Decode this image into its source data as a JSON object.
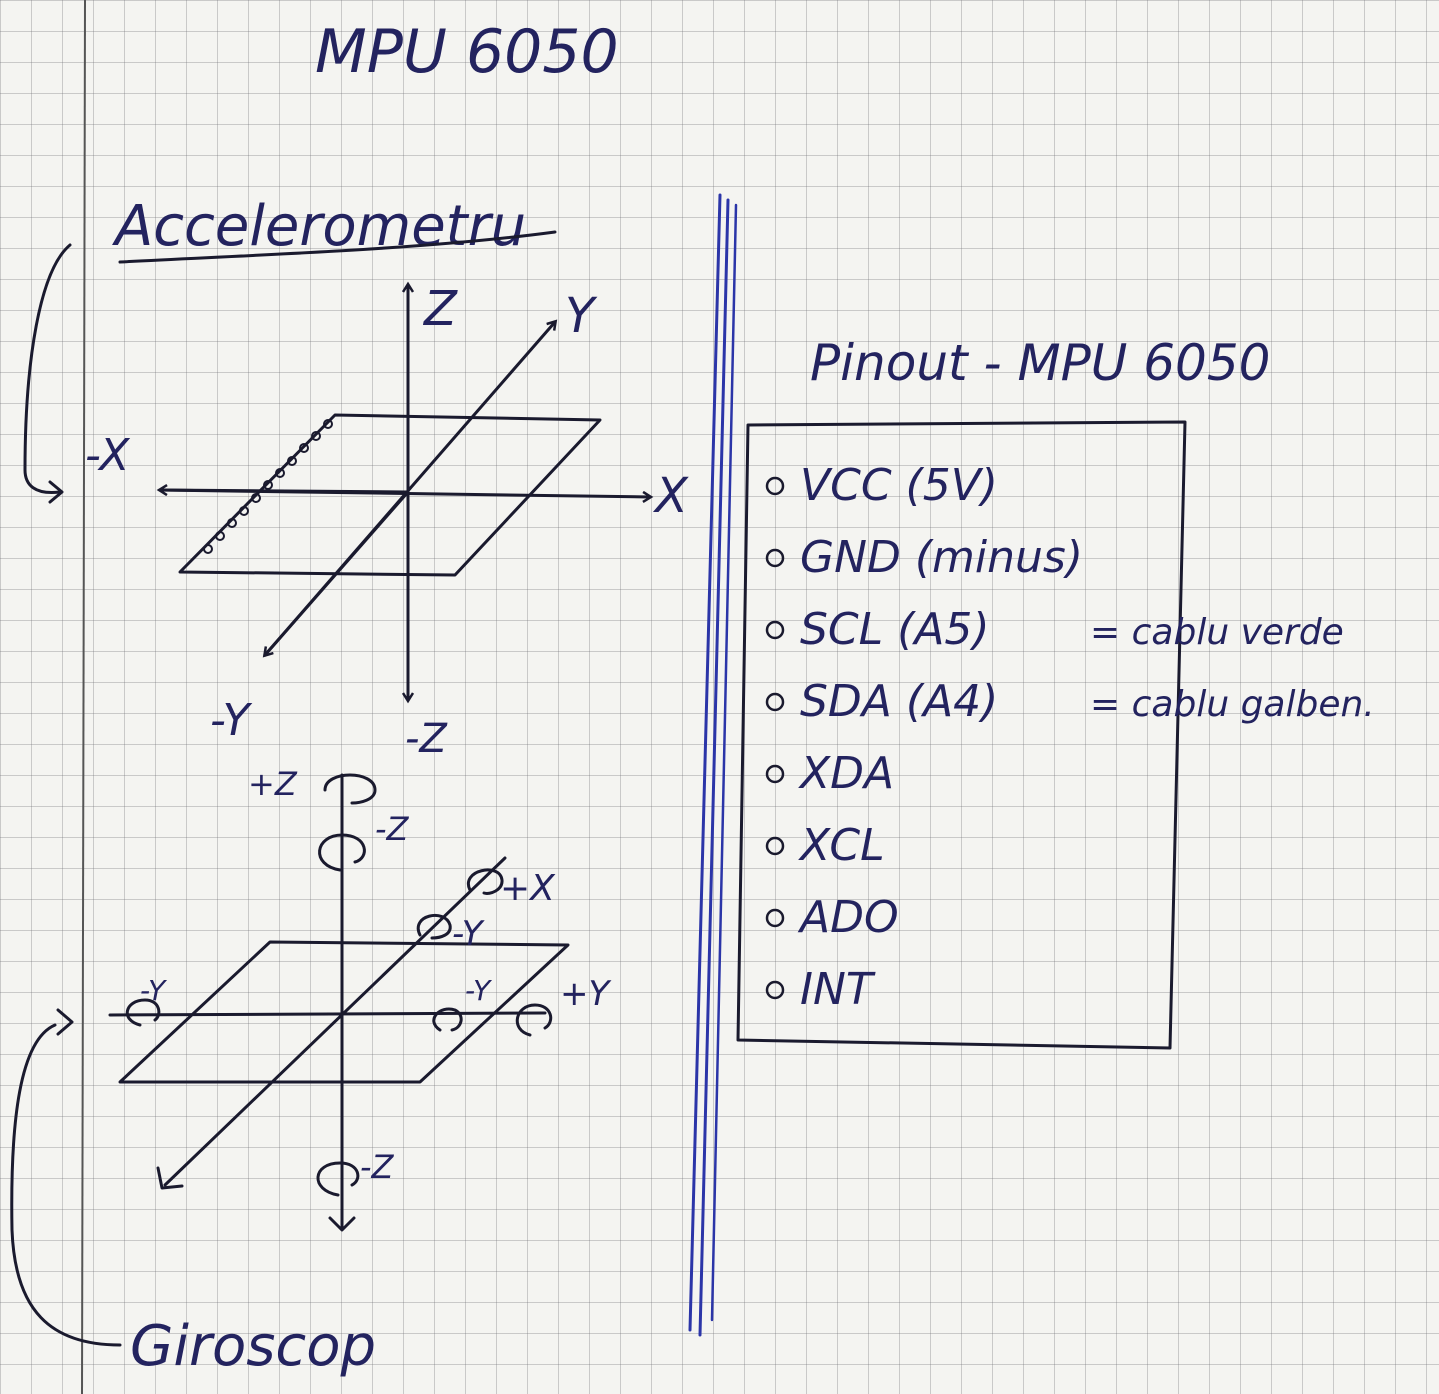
{
  "title": "MPU 6050",
  "accelerometer": {
    "label": "Accelerometru",
    "axes": {
      "z": "Z",
      "y": "Y",
      "x": "X",
      "neg_x": "-X",
      "neg_y": "-Y",
      "neg_z": "-Z"
    }
  },
  "gyroscope": {
    "label": "Giroscop",
    "rotations": {
      "plus_z": "+Z",
      "minus_z_top": "-Z",
      "plus_x": "+X",
      "minus_y_top": "-Y",
      "minus_y_left": "-Y",
      "minus_y_right": "-Y",
      "plus_y": "+Y",
      "minus_z_bottom": "-Z"
    }
  },
  "pinout": {
    "title": "Pinout - MPU 6050",
    "pins": [
      {
        "label": "VCC (5V)",
        "note": ""
      },
      {
        "label": "GND (minus)",
        "note": ""
      },
      {
        "label": "SCL (A5)",
        "note": "= cablu verde"
      },
      {
        "label": "SDA (A4)",
        "note": "= cablu galben."
      },
      {
        "label": "XDA",
        "note": ""
      },
      {
        "label": "XCL",
        "note": ""
      },
      {
        "label": "ADO",
        "note": ""
      },
      {
        "label": "INT",
        "note": ""
      }
    ]
  },
  "colors": {
    "ink": "#23235f",
    "pen_blue": "#2b35a8",
    "paper": "#f4f4f1",
    "grid": "#8a8a90"
  }
}
